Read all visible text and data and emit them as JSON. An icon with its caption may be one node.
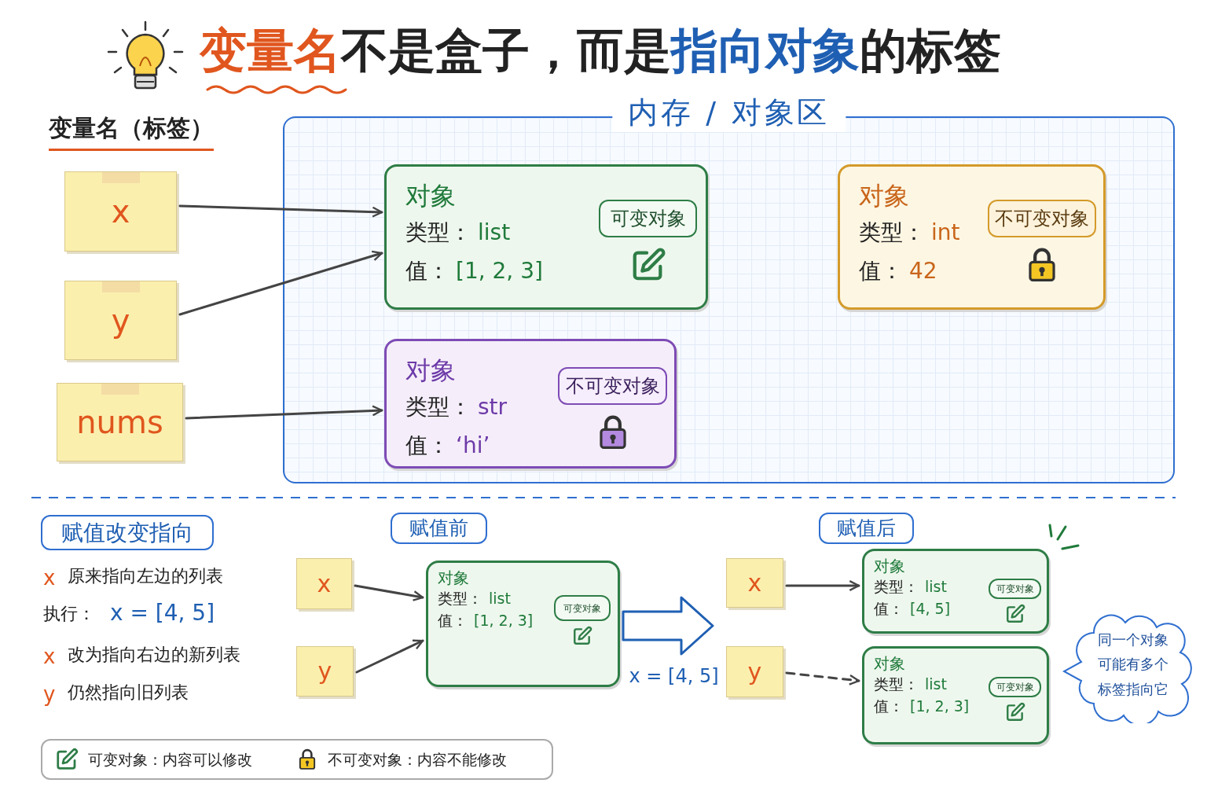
{
  "diagram": {
    "title": "**变量名**不是盒子，而是**指向对象**的标签",
    "nodes": [
      {
        "text": [
          "内存 / 对象区"
        ]
      },
      {
        "text": [
          "x"
        ]
      },
      {
        "text": [
          "y"
        ]
      },
      {
        "text": [
          "nums"
        ]
      },
      {
        "text": [
          "对象",
          "类型：",
          "list",
          "值：",
          "[1, 2, 3]"
        ],
        "in": 0
      },
      {
        "text": [
          "可变对象"
        ],
        "in": 4
      },
      {
        "text": [
          "对象",
          "类型：",
          "int",
          "值：",
          "42"
        ],
        "in": 0
      },
      {
        "text": [
          "不可变对象"
        ],
        "in": 6
      },
      {
        "text": [
          "对象",
          "类型：",
          "str",
          "值：",
          "‘hi’"
        ],
        "in": 0
      },
      {
        "text": [
          "不可变对象"
        ],
        "in": 8
      },
      {
        "text": [
          "赋值改变指向"
        ]
      },
      {
        "text": [
          "赋值前"
        ]
      },
      {
        "text": [
          "赋值后"
        ]
      },
      {
        "text": [
          "x"
        ]
      },
      {
        "text": [
          "y"
        ]
      },
      {
        "text": [
          "对象",
          "类型：",
          "list",
          "值：",
          "[1, 2, 3]"
        ]
      },
      {
        "text": [
          "可变对象"
        ],
        "in": 15
      },
      {
        "text": [
          "x"
        ]
      },
      {
        "text": [
          "y"
        ]
      },
      {
        "text": [
          "对象",
          "类型：",
          "list",
          "值：",
          "[4, 5]"
        ]
      },
      {
        "text": [
          "可变对象"
        ],
        "in": 19
      },
      {
        "text": [
          "对象",
          "类型：",
          "list",
          "值：",
          "[1, 2, 3]"
        ]
      },
      {
        "text": [
          "可变对象"
        ],
        "in": 21
      },
      {
        "text": [
          "同一个对象可能有多个标签指向它"
        ]
      }
    ],
    "edges": [
      {
        "from": 1,
        "to": 4,
        "arrow": "to"
      },
      {
        "from": 2,
        "to": 4,
        "arrow": "to"
      },
      {
        "from": 3,
        "to": 8,
        "arrow": "to"
      },
      {
        "from": 13,
        "to": 15,
        "arrow": "to"
      },
      {
        "from": 14,
        "to": 15,
        "arrow": "to"
      },
      {
        "from": 15,
        "to": null,
        "arrow": "to",
        "label": "x = [4, 5]",
        "style": "thick",
        "color": "#1f5fb3"
      },
      {
        "from": 17,
        "to": 19,
        "arrow": "to"
      },
      {
        "from": 18,
        "to": 21,
        "arrow": "to",
        "style": "dashed"
      }
    ],
    "labels": [
      "变量名（标签）",
      "x",
      "原来指向左边的列表",
      "执行：",
      "x = [4, 5]",
      "x",
      "改为指向右边的新列表",
      "y",
      "仍然指向旧列表"
    ],
    "legend": [
      {
        "text": "可变对象：内容可以修改"
      },
      {
        "text": "不可变对象：内容不能修改"
      }
    ]
  }
}
